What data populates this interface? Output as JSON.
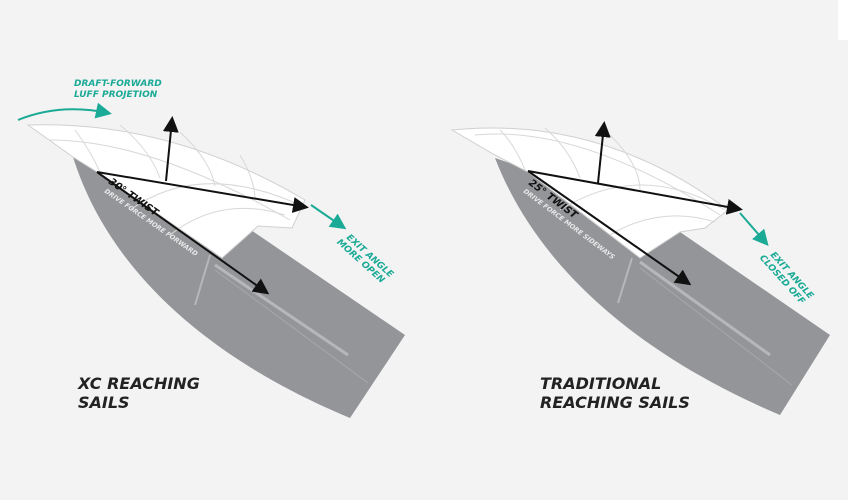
{
  "colors": {
    "background": "#f3f3f3",
    "hull": "#939598",
    "sail": "#ffffff",
    "accent": "#1aaa96",
    "arrow": "#111111"
  },
  "left": {
    "annotation_top": [
      "DRAFT-FORWARD",
      "LUFF PROJETION"
    ],
    "twist": "30° TWIST",
    "drive": "DRIVE FORCE MORE FORWARD",
    "exit": [
      "EXIT ANGLE",
      "MORE OPEN"
    ],
    "title": [
      "XC REACHING",
      "SAILS"
    ]
  },
  "right": {
    "twist": "25° TWIST",
    "drive": "DRIVE FORCE MORE SIDEWAYS",
    "exit": [
      "EXIT ANGLE",
      "CLOSED OFF"
    ],
    "title": [
      "TRADITIONAL",
      "REACHING SAILS"
    ]
  }
}
